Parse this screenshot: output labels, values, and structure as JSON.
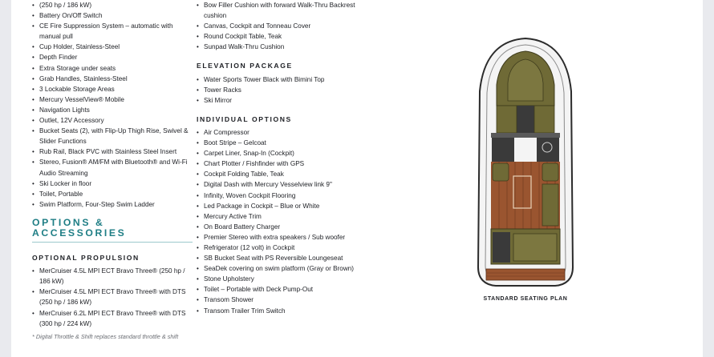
{
  "left_column": {
    "standard_items": [
      "(250 hp / 186 kW)",
      "Battery On/Off Switch",
      "CE Fire Suppression System – automatic with manual pull",
      "Cup Holder, Stainless-Steel",
      "Depth Finder",
      "Extra Storage under seats",
      "Grab Handles, Stainless-Steel",
      "3 Lockable Storage Areas",
      "Mercury VesselView® Mobile",
      "Navigation Lights",
      "Outlet, 12V Accessory",
      "Bucket Seats (2), with Flip-Up Thigh Rise, Swivel & Slider Functions",
      "Rub Rail, Black PVC with Stainless Steel Insert",
      "Stereo, Fusion® AM/FM with Bluetooth® and Wi-Fi Audio Streaming",
      "Ski Locker in floor",
      "Toilet, Portable",
      "Swim Platform, Four-Step Swim Ladder"
    ],
    "options_title": "OPTIONS & ACCESSORIES",
    "propulsion_title": "OPTIONAL PROPULSION",
    "propulsion_items": [
      "MerCruiser 4.5L MPI ECT Bravo Three® (250 hp / 186 kW)",
      "MerCruiser 4.5L MPI ECT Bravo Three® with DTS (250 hp / 186 kW)",
      "MerCruiser 6.2L MPI ECT Bravo Three® with DTS (300 hp / 224 kW)"
    ],
    "footnote": "*  Digital Throttle & Shift replaces standard throttle & shift"
  },
  "right_column": {
    "top_items": [
      "Bow Filler Cushion with forward Walk-Thru Backrest cushion",
      "Canvas, Cockpit and Tonneau Cover",
      "Round Cockpit Table, Teak",
      "Sunpad Walk-Thru Cushion"
    ],
    "elevation_title": "ELEVATION PACKAGE",
    "elevation_items": [
      "Water Sports Tower Black with Bimini Top",
      "Tower Racks",
      "Ski Mirror"
    ],
    "individual_title": "INDIVIDUAL OPTIONS",
    "individual_items": [
      "Air Compressor",
      "Boot Stripe – Gelcoat",
      "Carpet Liner, Snap-In (Cockpit)",
      "Chart Plotter / Fishfinder with GPS",
      "Cockpit Folding Table, Teak",
      "Digital Dash with Mercury Vesselview link 9\"",
      "Infinity, Woven Cockpit Flooring",
      "Led Package in Cockpit – Blue or White",
      "Mercury Active Trim",
      "On Board Battery Charger",
      "Premier Stereo with extra speakers / Sub woofer",
      "Refrigerator (12 volt) in Cockpit",
      "SB Bucket Seat with PS Reversible Loungeseat",
      "SeaDek covering on swim platform (Gray or Brown)",
      "Stone Upholstery",
      "Toilet – Portable with Deck Pump-Out",
      "Transom Shower",
      "Transom Trailer Trim Switch"
    ]
  },
  "seating_plan": {
    "caption": "STANDARD SEATING PLAN",
    "colors": {
      "hull": "#f4f4f4",
      "upholstery": "#6f6a36",
      "teak": "#9a5530",
      "deck": "#3a3a3a"
    }
  }
}
